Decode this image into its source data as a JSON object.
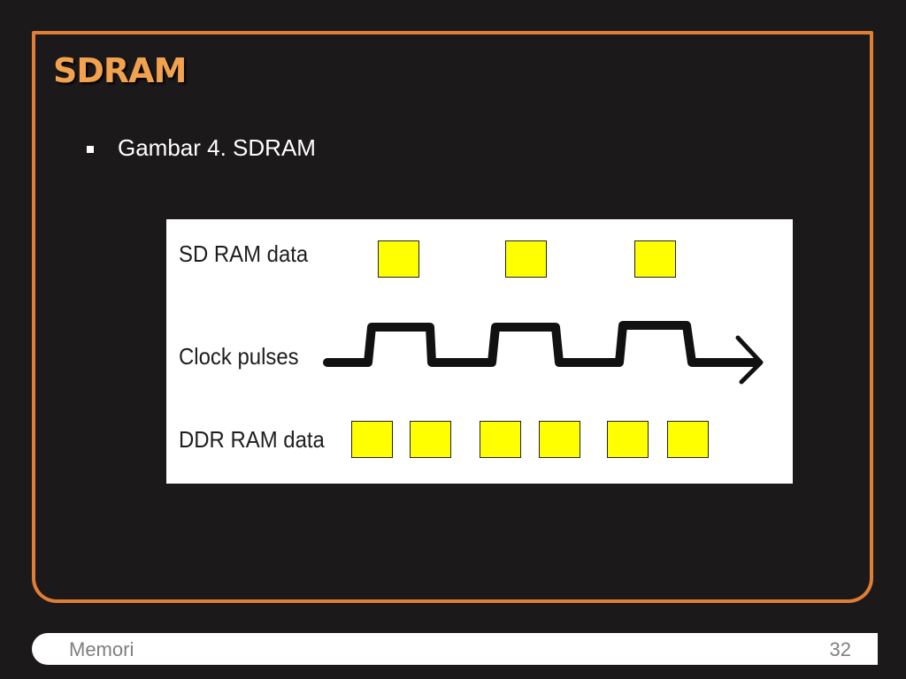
{
  "slide": {
    "title": "SDRAM",
    "bullet": "Gambar 4. SDRAM"
  },
  "figure": {
    "sdram_label": "SD RAM data",
    "clock_label": "Clock pulses",
    "ddr_label": "DDR RAM data",
    "sdram_blocks": 3,
    "ddr_blocks": 6
  },
  "footer": {
    "section": "Memori",
    "page_number": "32"
  },
  "colors": {
    "accent": "#e07e35",
    "title": "#f2a24e",
    "background": "#1b1919",
    "data_block": "#ffff00"
  }
}
